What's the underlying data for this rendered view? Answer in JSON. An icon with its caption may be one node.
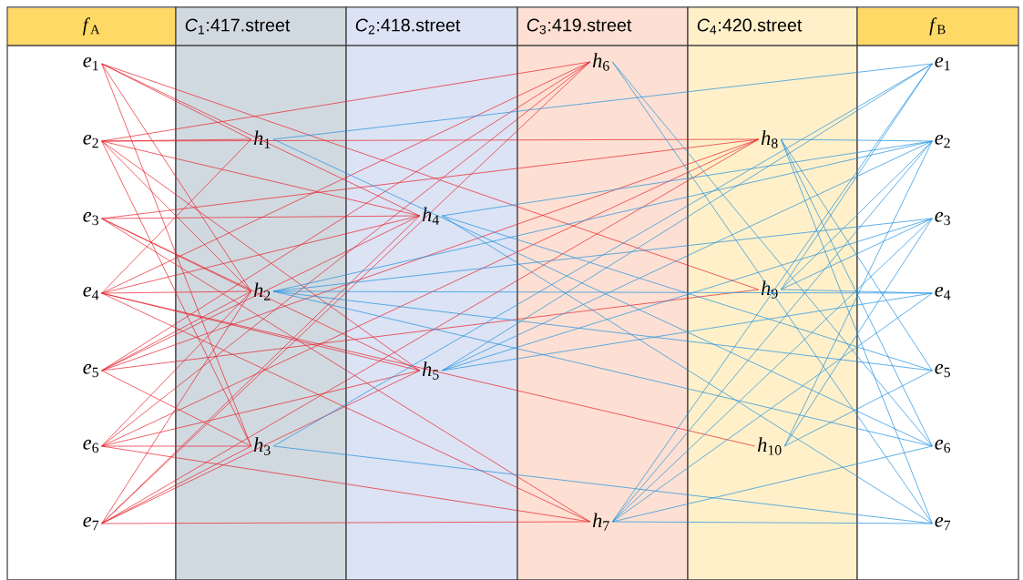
{
  "diagram": {
    "nodes": [
      {
        "text": [
          "*f*$_{A}$"
        ]
      },
      {
        "text": [
          "*C*$_{1}$:417.street"
        ]
      },
      {
        "text": [
          "*C*$_{2}$:418.street"
        ]
      },
      {
        "text": [
          "*C*$_{3}$:419.street"
        ]
      },
      {
        "text": [
          "*C*$_{4}$:420.street"
        ]
      },
      {
        "text": [
          "*f*$_{B}$"
        ]
      },
      {
        "text": [
          "*e*$_{1}$"
        ],
        "in": 0
      },
      {
        "text": [
          "*e*$_{2}$"
        ],
        "in": 0
      },
      {
        "text": [
          "*e*$_{3}$"
        ],
        "in": 0
      },
      {
        "text": [
          "*e*$_{4}$"
        ],
        "in": 0
      },
      {
        "text": [
          "*e*$_{5}$"
        ],
        "in": 0
      },
      {
        "text": [
          "*e*$_{6}$"
        ],
        "in": 0
      },
      {
        "text": [
          "*e*$_{7}$"
        ],
        "in": 0
      },
      {
        "text": [
          "*h*$_{1}$"
        ],
        "in": 1
      },
      {
        "text": [
          "*h*$_{2}$"
        ],
        "in": 1
      },
      {
        "text": [
          "*h*$_{3}$"
        ],
        "in": 1
      },
      {
        "text": [
          "*h*$_{4}$"
        ],
        "in": 2
      },
      {
        "text": [
          "*h*$_{5}$"
        ],
        "in": 2
      },
      {
        "text": [
          "*h*$_{6}$"
        ],
        "in": 3
      },
      {
        "text": [
          "*h*$_{7}$"
        ],
        "in": 3
      },
      {
        "text": [
          "*h*$_{8}$"
        ],
        "in": 4
      },
      {
        "text": [
          "*h*$_{9}$"
        ],
        "in": 4
      },
      {
        "text": [
          "*h*$_{10}$"
        ],
        "in": 4
      },
      {
        "text": [
          "*e*$_{1}$"
        ],
        "in": 5
      },
      {
        "text": [
          "*e*$_{2}$"
        ],
        "in": 5
      },
      {
        "text": [
          "*e*$_{3}$"
        ],
        "in": 5
      },
      {
        "text": [
          "*e*$_{4}$"
        ],
        "in": 5
      },
      {
        "text": [
          "*e*$_{5}$"
        ],
        "in": 5
      },
      {
        "text": [
          "*e*$_{6}$"
        ],
        "in": 5
      },
      {
        "text": [
          "*e*$_{7}$"
        ],
        "in": 5
      }
    ],
    "edges": [
      {
        "from": 6,
        "to": 13,
        "arrow": "none",
        "color": "#e8202a"
      },
      {
        "from": 6,
        "to": 14,
        "arrow": "none",
        "color": "#e8202a"
      },
      {
        "from": 6,
        "to": 15,
        "arrow": "none",
        "color": "#e8202a"
      },
      {
        "from": 6,
        "to": 16,
        "arrow": "none",
        "color": "#e8202a"
      },
      {
        "from": 6,
        "to": 21,
        "arrow": "none",
        "color": "#e8202a"
      },
      {
        "from": 7,
        "to": 13,
        "arrow": "none",
        "color": "#e8202a"
      },
      {
        "from": 7,
        "to": 18,
        "arrow": "none",
        "color": "#e8202a"
      },
      {
        "from": 7,
        "to": 20,
        "arrow": "none",
        "color": "#e8202a"
      },
      {
        "from": 7,
        "to": 14,
        "arrow": "none",
        "color": "#e8202a"
      },
      {
        "from": 7,
        "to": 16,
        "arrow": "none",
        "color": "#e8202a"
      },
      {
        "from": 7,
        "to": 17,
        "arrow": "none",
        "color": "#e8202a"
      },
      {
        "from": 7,
        "to": 15,
        "arrow": "none",
        "color": "#e8202a"
      },
      {
        "from": 8,
        "to": 16,
        "arrow": "none",
        "color": "#e8202a"
      },
      {
        "from": 8,
        "to": 20,
        "arrow": "none",
        "color": "#e8202a"
      },
      {
        "from": 8,
        "to": 14,
        "arrow": "none",
        "color": "#e8202a"
      },
      {
        "from": 8,
        "to": 17,
        "arrow": "none",
        "color": "#e8202a"
      },
      {
        "from": 8,
        "to": 19,
        "arrow": "none",
        "color": "#e8202a"
      },
      {
        "from": 9,
        "to": 14,
        "arrow": "none",
        "color": "#e8202a"
      },
      {
        "from": 9,
        "to": 16,
        "arrow": "none",
        "color": "#e8202a"
      },
      {
        "from": 9,
        "to": 18,
        "arrow": "none",
        "color": "#e8202a"
      },
      {
        "from": 9,
        "to": 17,
        "arrow": "none",
        "color": "#e8202a"
      },
      {
        "from": 9,
        "to": 22,
        "arrow": "none",
        "color": "#e8202a"
      },
      {
        "from": 9,
        "to": 13,
        "arrow": "none",
        "color": "#e8202a"
      },
      {
        "from": 9,
        "to": 19,
        "arrow": "none",
        "color": "#e8202a"
      },
      {
        "from": 10,
        "to": 14,
        "arrow": "none",
        "color": "#e8202a"
      },
      {
        "from": 10,
        "to": 16,
        "arrow": "none",
        "color": "#e8202a"
      },
      {
        "from": 10,
        "to": 20,
        "arrow": "none",
        "color": "#e8202a"
      },
      {
        "from": 10,
        "to": 21,
        "arrow": "none",
        "color": "#e8202a"
      },
      {
        "from": 10,
        "to": 18,
        "arrow": "none",
        "color": "#e8202a"
      },
      {
        "from": 10,
        "to": 15,
        "arrow": "none",
        "color": "#e8202a"
      },
      {
        "from": 11,
        "to": 15,
        "arrow": "none",
        "color": "#e8202a"
      },
      {
        "from": 11,
        "to": 14,
        "arrow": "none",
        "color": "#e8202a"
      },
      {
        "from": 11,
        "to": 18,
        "arrow": "none",
        "color": "#e8202a"
      },
      {
        "from": 11,
        "to": 17,
        "arrow": "none",
        "color": "#e8202a"
      },
      {
        "from": 11,
        "to": 19,
        "arrow": "none",
        "color": "#e8202a"
      },
      {
        "from": 11,
        "to": 20,
        "arrow": "none",
        "color": "#e8202a"
      },
      {
        "from": 12,
        "to": 14,
        "arrow": "none",
        "color": "#e8202a"
      },
      {
        "from": 12,
        "to": 16,
        "arrow": "none",
        "color": "#e8202a"
      },
      {
        "from": 12,
        "to": 18,
        "arrow": "none",
        "color": "#e8202a"
      },
      {
        "from": 12,
        "to": 19,
        "arrow": "none",
        "color": "#e8202a"
      },
      {
        "from": 12,
        "to": 15,
        "arrow": "none",
        "color": "#e8202a"
      },
      {
        "from": 12,
        "to": 20,
        "arrow": "none",
        "color": "#e8202a"
      },
      {
        "from": 12,
        "to": 17,
        "arrow": "none",
        "color": "#e8202a"
      },
      {
        "from": 13,
        "to": 23,
        "arrow": "none",
        "color": "#1b8fe0"
      },
      {
        "from": 13,
        "to": 28,
        "arrow": "none",
        "color": "#1b8fe0"
      },
      {
        "from": 14,
        "to": 24,
        "arrow": "none",
        "color": "#1b8fe0"
      },
      {
        "from": 14,
        "to": 26,
        "arrow": "none",
        "color": "#1b8fe0"
      },
      {
        "from": 14,
        "to": 27,
        "arrow": "none",
        "color": "#1b8fe0"
      },
      {
        "from": 14,
        "to": 28,
        "arrow": "none",
        "color": "#1b8fe0"
      },
      {
        "from": 14,
        "to": 25,
        "arrow": "none",
        "color": "#1b8fe0"
      },
      {
        "from": 15,
        "to": 29,
        "arrow": "none",
        "color": "#1b8fe0"
      },
      {
        "from": 15,
        "to": 23,
        "arrow": "none",
        "color": "#1b8fe0"
      },
      {
        "from": 16,
        "to": 24,
        "arrow": "none",
        "color": "#1b8fe0"
      },
      {
        "from": 16,
        "to": 27,
        "arrow": "none",
        "color": "#1b8fe0"
      },
      {
        "from": 16,
        "to": 29,
        "arrow": "none",
        "color": "#1b8fe0"
      },
      {
        "from": 17,
        "to": 23,
        "arrow": "none",
        "color": "#1b8fe0"
      },
      {
        "from": 17,
        "to": 24,
        "arrow": "none",
        "color": "#1b8fe0"
      },
      {
        "from": 17,
        "to": 25,
        "arrow": "none",
        "color": "#1b8fe0"
      },
      {
        "from": 17,
        "to": 26,
        "arrow": "none",
        "color": "#1b8fe0"
      },
      {
        "from": 18,
        "to": 28,
        "arrow": "none",
        "color": "#1b8fe0"
      },
      {
        "from": 18,
        "to": 29,
        "arrow": "none",
        "color": "#1b8fe0"
      },
      {
        "from": 19,
        "to": 23,
        "arrow": "none",
        "color": "#1b8fe0"
      },
      {
        "from": 19,
        "to": 24,
        "arrow": "none",
        "color": "#1b8fe0"
      },
      {
        "from": 19,
        "to": 25,
        "arrow": "none",
        "color": "#1b8fe0"
      },
      {
        "from": 19,
        "to": 26,
        "arrow": "none",
        "color": "#1b8fe0"
      },
      {
        "from": 19,
        "to": 28,
        "arrow": "none",
        "color": "#1b8fe0"
      },
      {
        "from": 19,
        "to": 29,
        "arrow": "none",
        "color": "#1b8fe0"
      },
      {
        "from": 20,
        "to": 24,
        "arrow": "none",
        "color": "#1b8fe0"
      },
      {
        "from": 20,
        "to": 27,
        "arrow": "none",
        "color": "#1b8fe0"
      },
      {
        "from": 20,
        "to": 28,
        "arrow": "none",
        "color": "#1b8fe0"
      },
      {
        "from": 20,
        "to": 29,
        "arrow": "none",
        "color": "#1b8fe0"
      },
      {
        "from": 21,
        "to": 23,
        "arrow": "none",
        "color": "#1b8fe0"
      },
      {
        "from": 21,
        "to": 24,
        "arrow": "none",
        "color": "#1b8fe0"
      },
      {
        "from": 21,
        "to": 25,
        "arrow": "none",
        "color": "#1b8fe0"
      },
      {
        "from": 21,
        "to": 26,
        "arrow": "none",
        "color": "#1b8fe0"
      },
      {
        "from": 22,
        "to": 24,
        "arrow": "none",
        "color": "#1b8fe0"
      },
      {
        "from": 22,
        "to": 25,
        "arrow": "none",
        "color": "#1b8fe0"
      },
      {
        "from": 22,
        "to": 27,
        "arrow": "none",
        "color": "#1b8fe0"
      }
    ]
  }
}
